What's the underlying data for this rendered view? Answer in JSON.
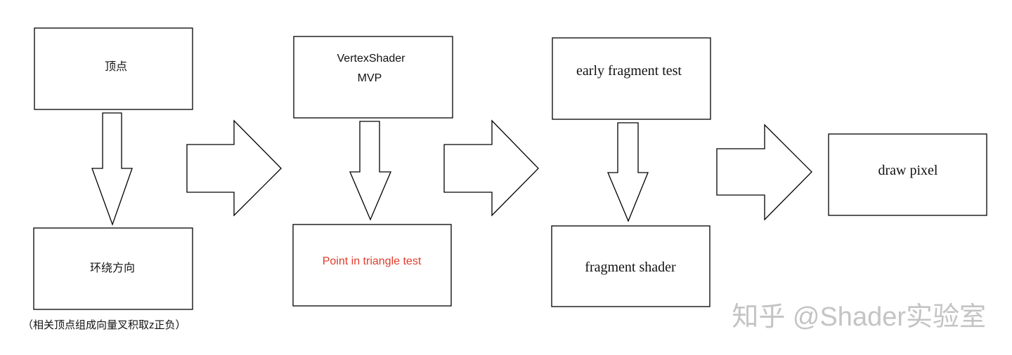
{
  "boxes": {
    "vertex": "顶点",
    "vertex_shader": "VertexShader",
    "mvp": "MVP",
    "early_test": "early fragment test",
    "draw_pixel": "draw pixel",
    "winding": "环绕方向",
    "point_in_triangle": "Point in triangle test",
    "fragment_shader": "fragment shader"
  },
  "caption": "（相关顶点组成向量叉积取z正负）",
  "watermark": "知乎 @Shader实验室",
  "colors": {
    "stroke": "#000000",
    "highlight_text": "#e23b2a",
    "watermark": "#c4c4c4"
  }
}
